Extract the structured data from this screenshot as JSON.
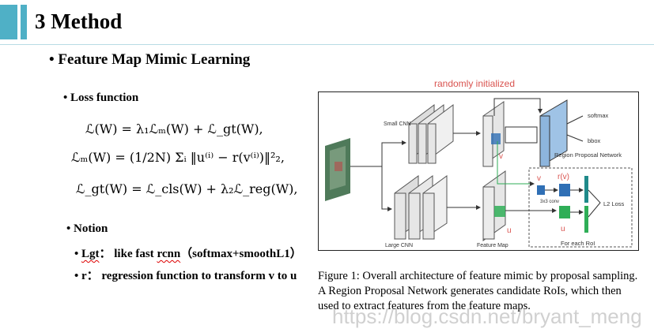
{
  "slide": {
    "title": "3 Method",
    "bullet_main": "• Feature Map Mimic Learning",
    "loss_heading": "• Loss function",
    "eq1": "ℒ(W) = λ₁ℒₘ(W) + ℒ_gt(W),",
    "eq2": "ℒₘ(W) = (1/2N) Σᵢ ‖u⁽ⁱ⁾ − r(v⁽ⁱ⁾)‖²₂,",
    "eq3": "ℒ_gt(W) = ℒ_cls(W) + λ₂ℒ_reg(W),",
    "notion_heading": "• Notion",
    "lgt_prefix": "• ",
    "lgt_term": "Lgt",
    "lgt_rest": "： like fast ",
    "lgt_rcnn": "rcnn",
    "lgt_tail": "（softmax+smoothL1）",
    "r_line": "• r： regression function to transform v to u"
  },
  "figure": {
    "top_label": "randomly initialized",
    "small_cnn": "Small CNN",
    "large_cnn": "Large CNN",
    "feature_map": "Feature Map",
    "softmax": "softmax",
    "bbox": "bbox",
    "rpn": "Region Proposal Network",
    "v": "v",
    "u": "u",
    "rv": "r(v)",
    "conv": "3x3 conv",
    "l2": "L2 Loss",
    "roi": "For each RoI",
    "caption": "Figure 1: Overall architecture of feature mimic by proposal sampling. A Region Proposal Network generates candidate RoIs, which then used to extract features from the feature maps."
  },
  "watermark": "https://blog.csdn.net/bryant_meng",
  "colors": {
    "accent": "#4fb0c6",
    "red_label": "#d9534f",
    "rpn_blue": "#9fc3e6",
    "conv_blue": "#2f6fb5",
    "green": "#2fae57",
    "teal": "#1f8a8a"
  }
}
